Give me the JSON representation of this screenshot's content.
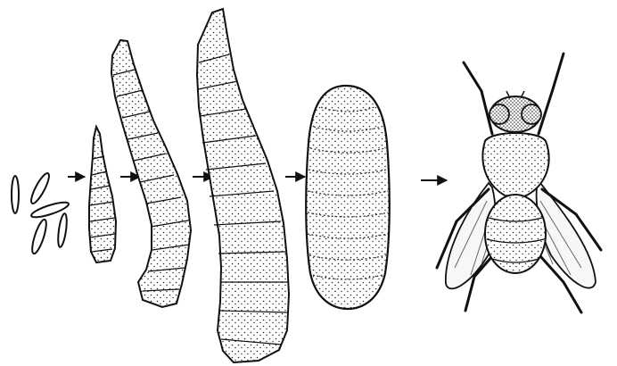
{
  "diagram": {
    "kind": "life-cycle-illustration",
    "stages": [
      {
        "id": "eggs",
        "icon": "egg-cluster-icon"
      },
      {
        "id": "larva-1",
        "icon": "small-larva-icon"
      },
      {
        "id": "larva-2",
        "icon": "medium-larva-icon"
      },
      {
        "id": "larva-3",
        "icon": "large-larva-icon"
      },
      {
        "id": "pupa",
        "icon": "pupa-icon"
      },
      {
        "id": "adult-fly",
        "icon": "fly-icon"
      }
    ],
    "arrow_count": 5,
    "colors": {
      "ink": "#111111",
      "paper": "#ffffff",
      "wing": "#f7f7f7"
    }
  }
}
